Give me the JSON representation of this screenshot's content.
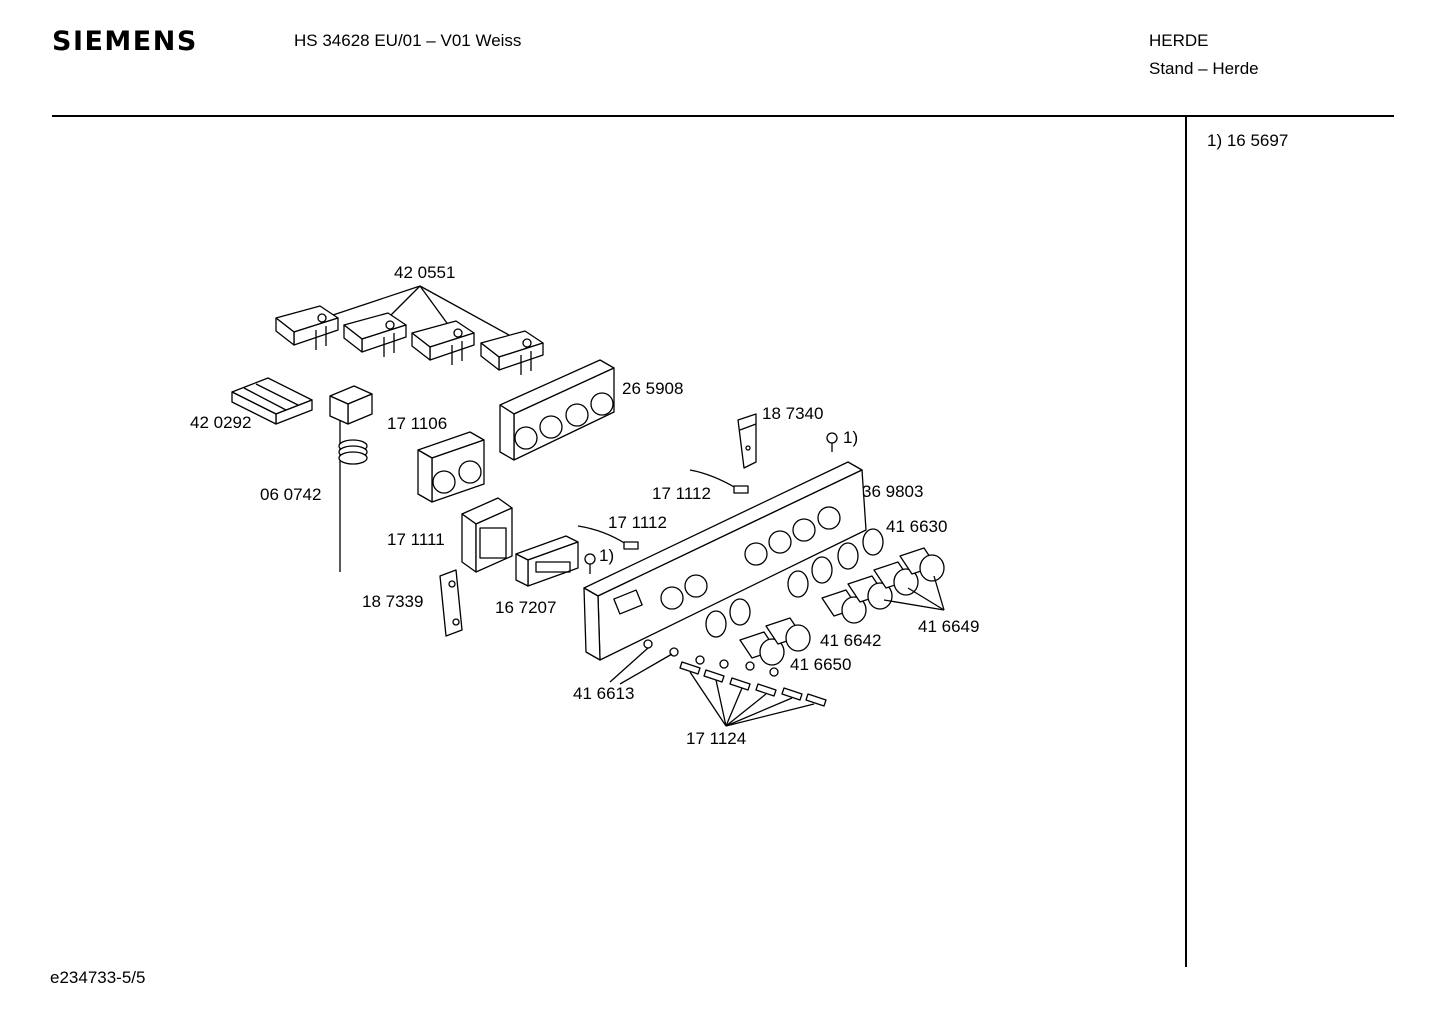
{
  "header": {
    "brand": "SIEMENS",
    "model": "HS 34628 EU/01 – V01 Weiss",
    "category": "HERDE",
    "subcategory": "Stand – Herde"
  },
  "side_notes": [
    "1)  16 5697"
  ],
  "footer": {
    "doc_id": "e234733-5/5"
  },
  "parts": [
    {
      "label": "42 0551"
    },
    {
      "label": "42 0292"
    },
    {
      "label": "26 5908"
    },
    {
      "label": "17 1106"
    },
    {
      "label": "18 7340"
    },
    {
      "label": "1)"
    },
    {
      "label": "06 0742"
    },
    {
      "label": "17 1112"
    },
    {
      "label": "36 9803"
    },
    {
      "label": "17 1112"
    },
    {
      "label": "41 6630"
    },
    {
      "label": "17 1111"
    },
    {
      "label": "1)"
    },
    {
      "label": "18 7339"
    },
    {
      "label": "16 7207"
    },
    {
      "label": "41 6649"
    },
    {
      "label": "41 6642"
    },
    {
      "label": "41 6650"
    },
    {
      "label": "41 6613"
    },
    {
      "label": "17 1124"
    }
  ]
}
